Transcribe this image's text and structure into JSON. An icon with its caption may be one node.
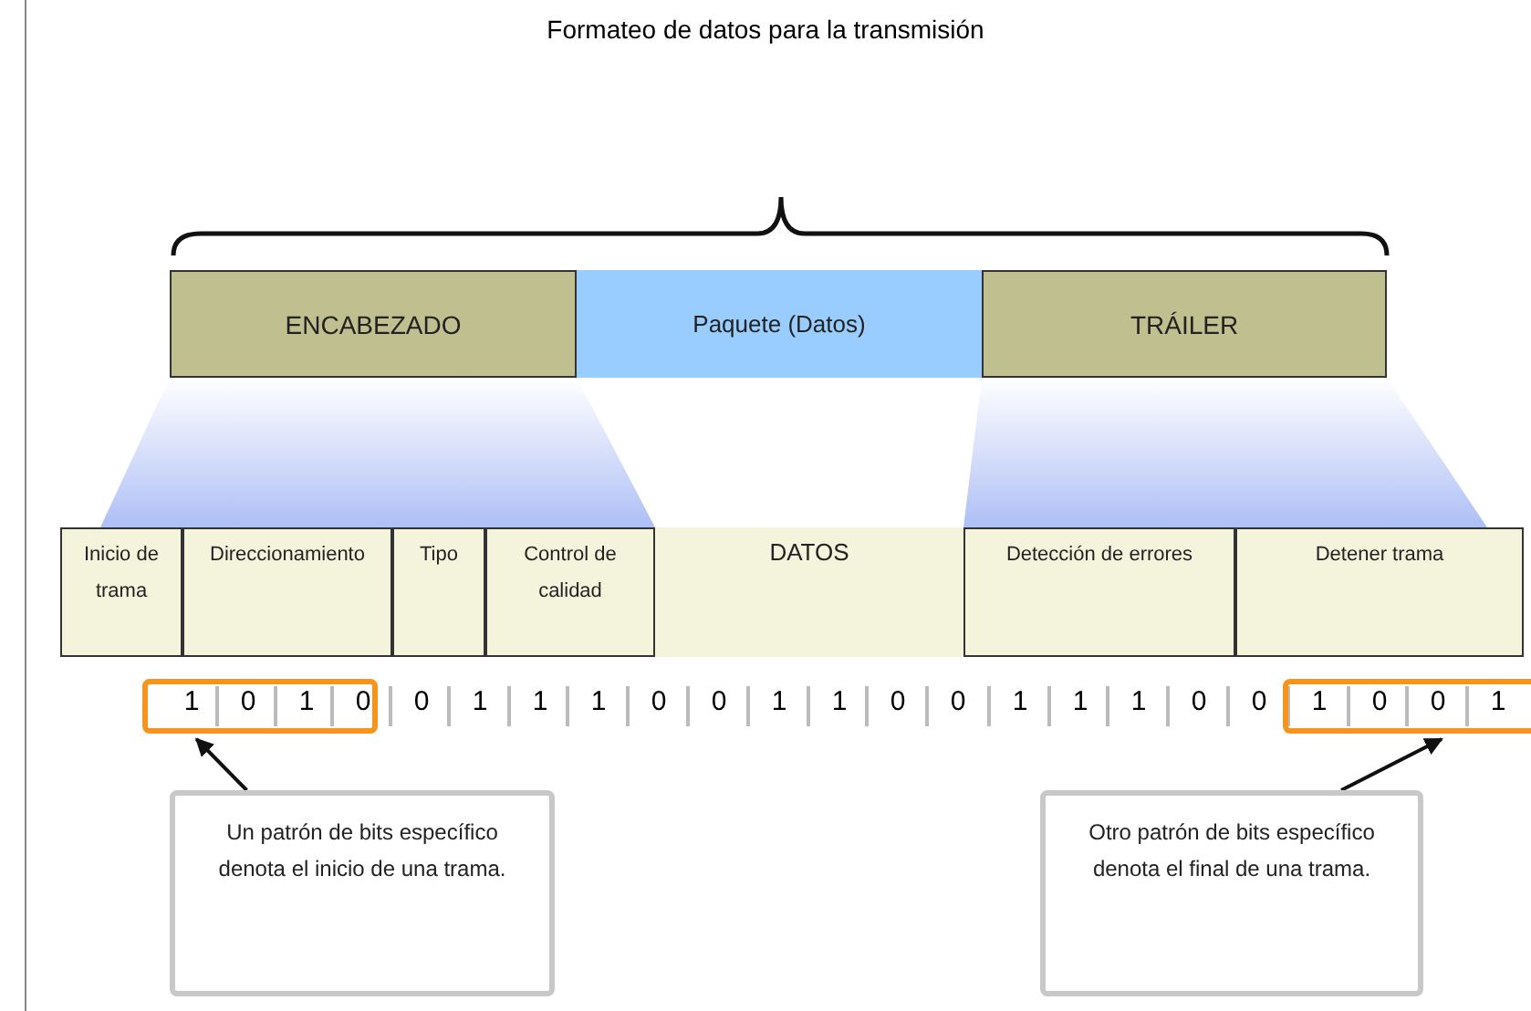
{
  "diagram": {
    "title": "Formateo de datos para la transmisión",
    "nodes": [
      {
        "text": [
          "ENCABEZADO"
        ]
      },
      {
        "text": [
          "Paquete (Datos)"
        ]
      },
      {
        "text": [
          "TRÁILER"
        ]
      },
      {
        "text": [
          "Inicio de trama"
        ]
      },
      {
        "text": [
          "Direccionamiento"
        ]
      },
      {
        "text": [
          "Tipo"
        ]
      },
      {
        "text": [
          "Control de calidad"
        ]
      },
      {
        "text": [
          "DATOS"
        ]
      },
      {
        "text": [
          "Detección de errores"
        ]
      },
      {
        "text": [
          "Detener trama"
        ]
      },
      {
        "text": [],
        "shape": "box"
      },
      {
        "text": [],
        "shape": "box"
      },
      {
        "text": [
          "Un patrón de bits específico denota el inicio de una trama."
        ]
      },
      {
        "text": [
          "Otro patrón de bits específico denota el final de una trama."
        ]
      }
    ],
    "edges": [
      {
        "from": 12,
        "to": 10,
        "arrow": "to"
      },
      {
        "from": 13,
        "to": 11,
        "arrow": "to"
      }
    ],
    "labels": [
      "1",
      "0",
      "1",
      "0",
      "0",
      "1",
      "1",
      "1",
      "0",
      "0",
      "1",
      "1",
      "0",
      "0",
      "1",
      "1",
      "1",
      "0",
      "0",
      "1",
      "0",
      "0",
      "1"
    ]
  }
}
